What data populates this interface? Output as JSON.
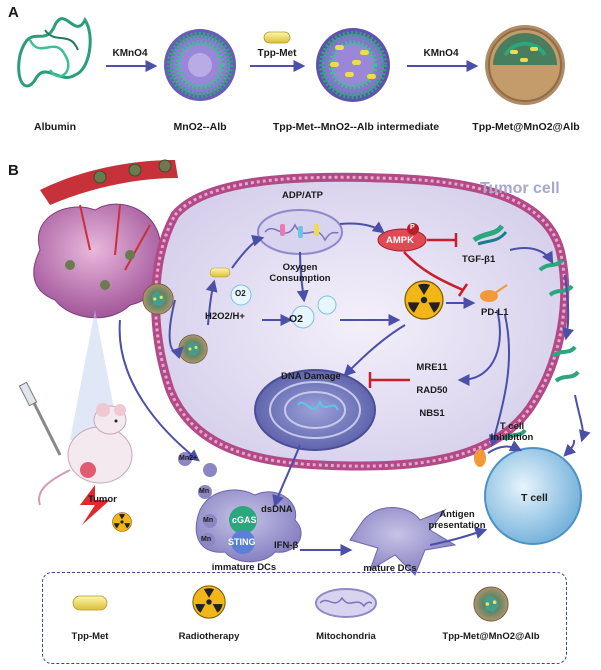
{
  "panel_a": {
    "label": "A",
    "steps": [
      {
        "name": "Albumin"
      },
      {
        "reagent": "KMnO4"
      },
      {
        "name": "MnO2--Alb"
      },
      {
        "reagent": "Tpp-Met"
      },
      {
        "name": "Tpp-Met--MnO2--Alb intermediate"
      },
      {
        "reagent": "KMnO4"
      },
      {
        "name": "Tpp-Met@MnO2@Alb"
      }
    ]
  },
  "panel_b": {
    "label": "B",
    "tumor_cell_title": "Tumor cell",
    "labels": {
      "adp_atp": "ADP/ATP",
      "oxygen_consumption": "Oxygen\nConsumption",
      "ampk": "AMPK",
      "phospho": "P",
      "tgf": "TGF-β1",
      "pdl1": "PD-L1",
      "h2o2": "H2O2/H+",
      "o2_left": "O2",
      "o2_right": "O2",
      "dna_damage": "DNA Damage",
      "mre11": "MRE11",
      "rad50": "RAD50",
      "nbs1": "NBS1",
      "tumor": "Tumor",
      "mn1": "Mn2+",
      "mn2": "Mn",
      "mn3": "Mn",
      "mn4": "Mn",
      "dsdna": "dsDNA",
      "cgas": "cGAS",
      "sting": "STING",
      "ifn": "IFN-β",
      "immature_dcs": "immature DCs",
      "mature_dcs": "mature DCs",
      "antigen_presentation": "Antigen\npresentation",
      "t_cell_inhibition": "T cell\nInhibition",
      "t_cell": "T cell"
    }
  },
  "legend": [
    {
      "label": "Tpp-Met",
      "icon": "tpp-met-capsule-icon"
    },
    {
      "label": "Radiotherapy",
      "icon": "radiation-icon"
    },
    {
      "label": "Mitochondria",
      "icon": "mitochondria-icon"
    },
    {
      "label": "Tpp-Met@MnO2@Alb",
      "icon": "nanoparticle-icon"
    }
  ],
  "colors": {
    "arrow": "#4a4fa8",
    "inhibit": "#c8202a",
    "cell_membrane": "#b14a86",
    "cytoplasm": "#e6e1f3",
    "radiation_yellow": "#f2b619",
    "t_cell": "#8fc3e6",
    "dc": "#8d88c7"
  }
}
